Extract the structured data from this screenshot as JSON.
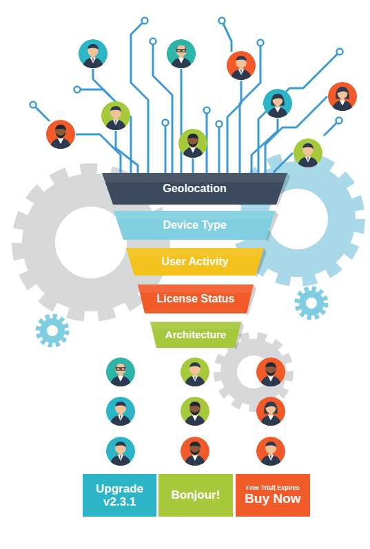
{
  "diagram": {
    "nodes": [
      {
        "text": [
          "Geolocation"
        ]
      },
      {
        "text": [
          "Device Type"
        ]
      },
      {
        "text": [
          "User Activity"
        ]
      },
      {
        "text": [
          "License Status"
        ]
      },
      {
        "text": [
          "Architecture"
        ]
      },
      {
        "text": [
          "Upgrade v2.3.1"
        ]
      },
      {
        "text": [
          "Bonjour!"
        ]
      },
      {
        "text": [
          "Free Trial| Expires",
          "Buy Now"
        ]
      }
    ]
  }
}
